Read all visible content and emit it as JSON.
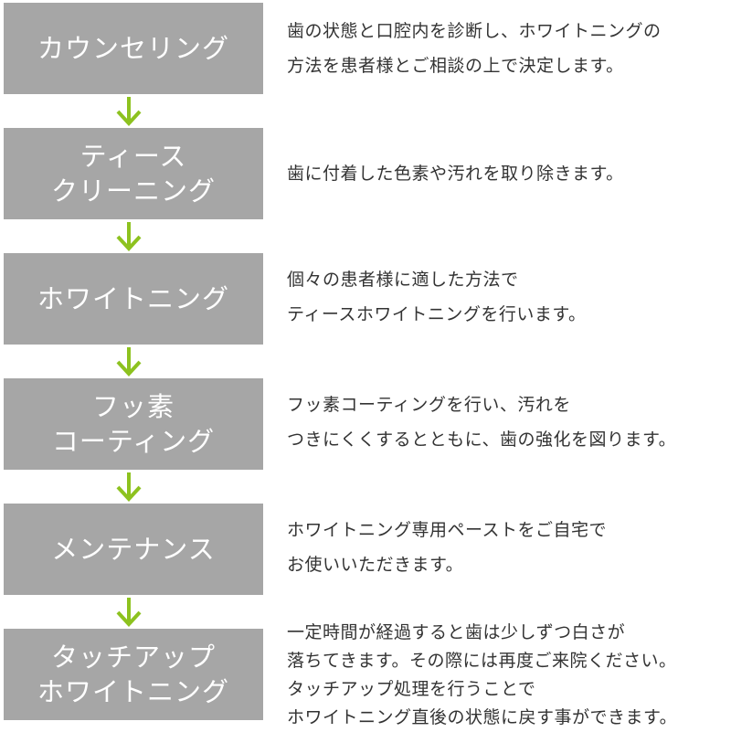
{
  "accent_color": "#8dc21f",
  "box_color": "#a6a6a6",
  "steps": [
    {
      "title_lines": [
        "カウンセリング"
      ],
      "desc_lines": [
        "歯の状態と口腔内を診断し、ホワイトニングの",
        "方法を患者様とご相談の上で決定します。"
      ]
    },
    {
      "title_lines": [
        "ティース",
        "クリーニング"
      ],
      "desc_lines": [
        "歯に付着した色素や汚れを取り除きます。"
      ]
    },
    {
      "title_lines": [
        "ホワイトニング"
      ],
      "desc_lines": [
        "個々の患者様に適した方法で",
        "ティースホワイトニングを行います。"
      ]
    },
    {
      "title_lines": [
        "フッ素",
        "コーティング"
      ],
      "desc_lines": [
        "フッ素コーティングを行い、汚れを",
        "つきにくくするとともに、歯の強化を図ります。"
      ]
    },
    {
      "title_lines": [
        "メンテナンス"
      ],
      "desc_lines": [
        "ホワイトニング専用ペーストをご自宅で",
        "お使いいただきます。"
      ]
    },
    {
      "title_lines": [
        "タッチアップ",
        "ホワイトニング"
      ],
      "desc_lines": [
        "一定時間が経過すると歯は少しずつ白さが",
        "落ちてきます。その際には再度ご来院ください。",
        "タッチアップ処理を行うことで",
        "ホワイトニング直後の状態に戻す事ができます。"
      ]
    }
  ]
}
